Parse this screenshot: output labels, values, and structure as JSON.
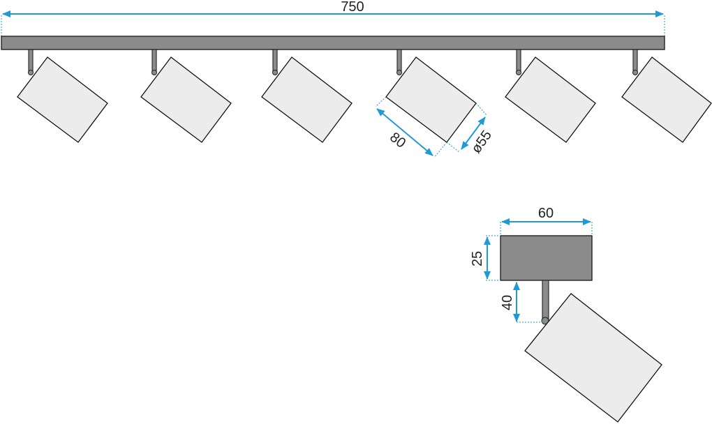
{
  "diagram": {
    "labels": {
      "total_length": "750",
      "shade_length": "80",
      "shade_diameter": "ø55",
      "base_width": "60",
      "base_height": "25",
      "arm_length": "40"
    },
    "colors": {
      "dimension": "#1f9ad6",
      "rail": "#8b8b8b",
      "shade": "#ececec",
      "outline": "#111111"
    },
    "spot_count": 6
  }
}
